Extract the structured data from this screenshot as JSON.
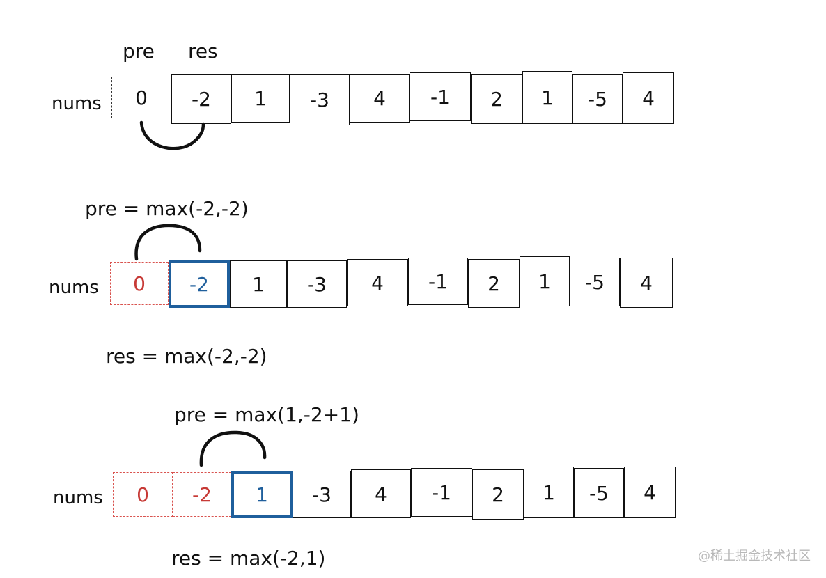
{
  "rows": [
    {
      "nums_label": "nums",
      "labels": {
        "pre": "pre",
        "res": "res"
      },
      "values": [
        "0",
        "-2",
        "1",
        "-3",
        "4",
        "-1",
        "2",
        "1",
        "-5",
        "4"
      ]
    },
    {
      "nums_label": "nums",
      "pre_formula": "pre = max(-2,-2)",
      "res_formula": "res = max(-2,-2)",
      "values": [
        "0",
        "-2",
        "1",
        "-3",
        "4",
        "-1",
        "2",
        "1",
        "-5",
        "4"
      ]
    },
    {
      "nums_label": "nums",
      "pre_formula": "pre = max(1,-2+1)",
      "res_formula": "res = max(-2,1)",
      "values": [
        "0",
        "-2",
        "1",
        "-3",
        "4",
        "-1",
        "2",
        "1",
        "-5",
        "4"
      ]
    }
  ],
  "watermark": "@稀土掘金技术社区",
  "colors": {
    "red": "#c73a36",
    "blue": "#1f5f9c",
    "ink": "#111111"
  }
}
